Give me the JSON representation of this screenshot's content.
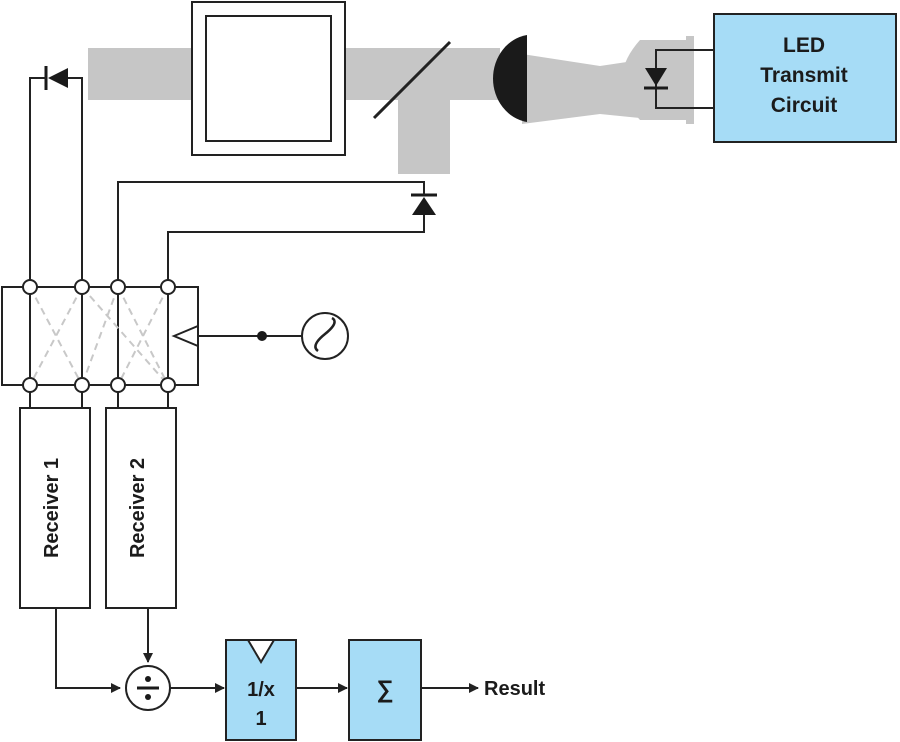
{
  "led_block": {
    "line1": "LED",
    "line2": "Transmit",
    "line3": "Circuit"
  },
  "receivers": {
    "receiver1": "Receiver 1",
    "receiver2": "Receiver 2"
  },
  "reciprocal_block": {
    "top": "1/x",
    "bottom": "1"
  },
  "sum_block": {
    "symbol": "∑"
  },
  "output": {
    "label": "Result"
  },
  "colors": {
    "block_fill": "#a6dcf6",
    "beam": "#c6c6c6",
    "line": "#222222"
  }
}
